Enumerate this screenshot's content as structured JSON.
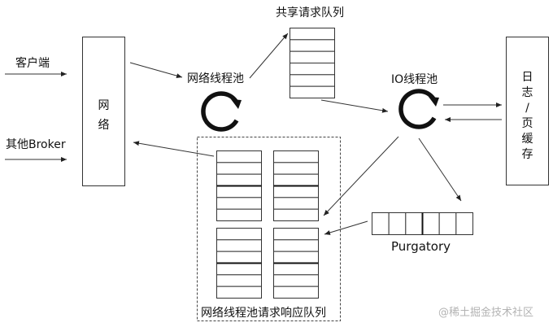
{
  "nodes": {
    "client": {
      "label": "客户端"
    },
    "other_broker": {
      "label": "其他Broker"
    },
    "network": {
      "label": "网络",
      "chars": [
        "网",
        "络"
      ]
    },
    "network_thread_pool": {
      "label": "网络线程池"
    },
    "shared_request_queue": {
      "label": "共享请求队列",
      "slots": 6
    },
    "io_thread_pool": {
      "label": "IO线程池"
    },
    "log_page_cache": {
      "label": "日志/页缓存",
      "chars": [
        "日",
        "志",
        "/",
        "页",
        "缓",
        "存"
      ]
    },
    "purgatory": {
      "label": "Purgatory",
      "slots": 6
    },
    "response_queues": {
      "label": "网络线程池请求响应队列",
      "queue_count": 4,
      "slots_per_queue": 6
    }
  },
  "edges": [
    {
      "from": "client",
      "to": "network"
    },
    {
      "from": "other_broker",
      "to": "network"
    },
    {
      "from": "network",
      "to": "network_thread_pool"
    },
    {
      "from": "network_thread_pool",
      "to": "shared_request_queue"
    },
    {
      "from": "shared_request_queue",
      "to": "io_thread_pool"
    },
    {
      "from": "io_thread_pool",
      "to": "log_page_cache"
    },
    {
      "from": "log_page_cache",
      "to": "io_thread_pool"
    },
    {
      "from": "io_thread_pool",
      "to": "response_queues"
    },
    {
      "from": "io_thread_pool",
      "to": "purgatory"
    },
    {
      "from": "purgatory",
      "to": "response_queues"
    },
    {
      "from": "response_queues",
      "to": "network"
    }
  ],
  "watermark": "@稀土掘金技术社区"
}
